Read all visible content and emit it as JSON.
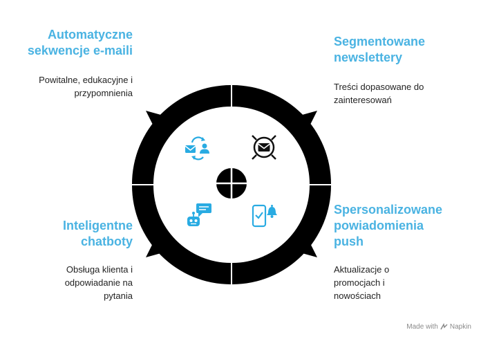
{
  "colors": {
    "accent": "#4ab3e2",
    "ring": "#000000",
    "icon": "#29abe2",
    "text": "#222222"
  },
  "segments": [
    {
      "position": "top-left",
      "title_lines": [
        "Automatyczne",
        "sekwencje e-maili"
      ],
      "desc_lines": [
        "Powitalne, edukacyjne i",
        "przypomnienia"
      ],
      "icon": "email-sync-icon"
    },
    {
      "position": "top-right",
      "title_lines": [
        "Segmentowane",
        "newslettery"
      ],
      "desc_lines": [
        "Treści dopasowane do",
        "zainteresowań"
      ],
      "icon": "target-email-icon"
    },
    {
      "position": "bottom-left",
      "title_lines": [
        "Inteligentne",
        "chatboty"
      ],
      "desc_lines": [
        "Obsługa klienta i",
        "odpowiadanie na",
        "pytania"
      ],
      "icon": "chatbot-icon"
    },
    {
      "position": "bottom-right",
      "title_lines": [
        "Spersonalizowane",
        "powiadomienia",
        "push"
      ],
      "desc_lines": [
        "Aktualizacje o",
        "promocjach i",
        "nowościach"
      ],
      "icon": "push-notification-icon"
    }
  ],
  "watermark": {
    "label": "Made with",
    "brand": "Napkin",
    "icon": "napkin-logo-icon"
  }
}
